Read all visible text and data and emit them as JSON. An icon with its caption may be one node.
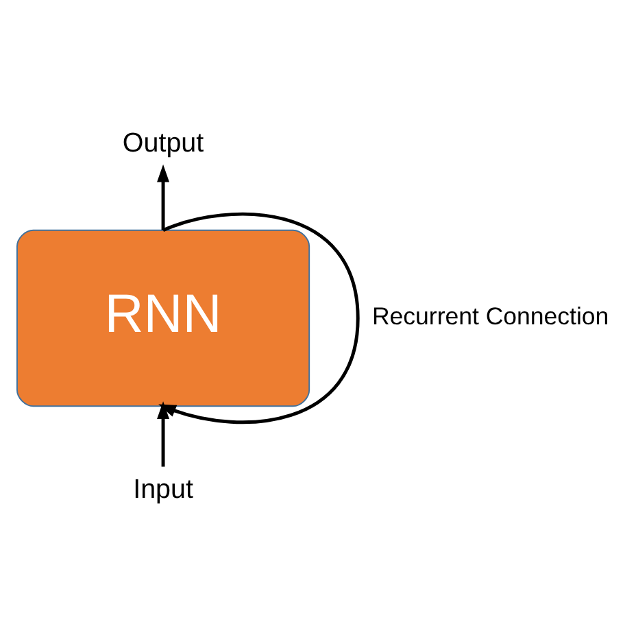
{
  "diagram": {
    "nodes": [
      {
        "text": [
          "Output"
        ]
      },
      {
        "text": [
          "RNN"
        ]
      },
      {
        "text": [
          "Input"
        ]
      }
    ],
    "edges": [
      {
        "from": 1,
        "to": 0,
        "arrow": "to"
      },
      {
        "from": 2,
        "to": 1,
        "arrow": "to"
      },
      {
        "from": 1,
        "to": 1,
        "arrow": "to",
        "label": "Recurrent Connection"
      }
    ]
  }
}
